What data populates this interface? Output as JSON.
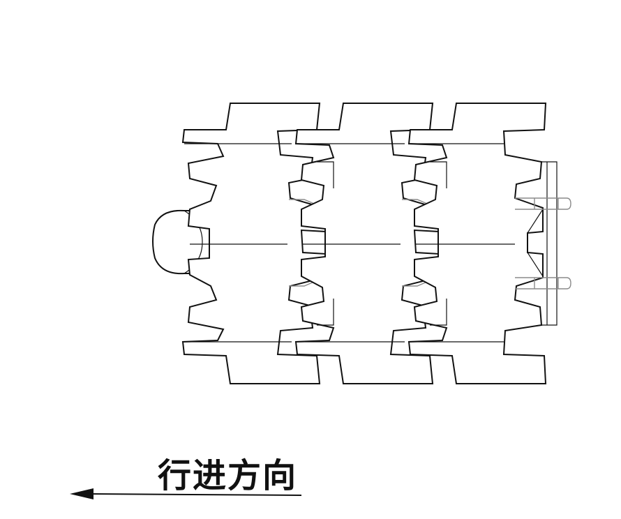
{
  "diagram": {
    "direction_label": "行进方向",
    "arrow_direction": "left",
    "module_count": 3,
    "pin_count": 2
  }
}
